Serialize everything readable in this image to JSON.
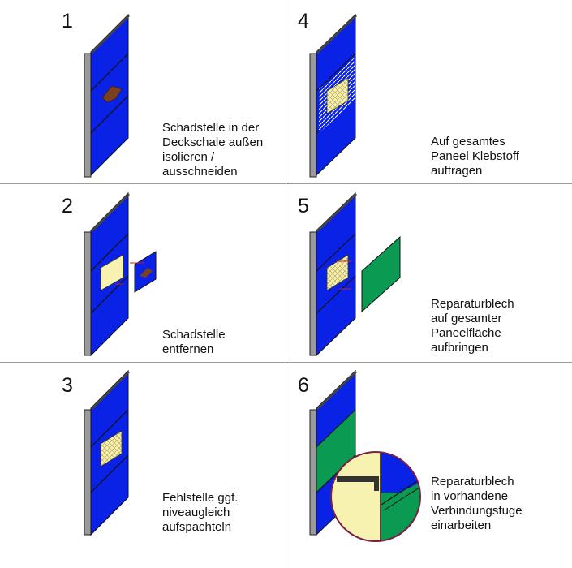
{
  "steps": [
    {
      "number": "1",
      "lines": [
        "Schadstelle in der",
        "Deckschale außen",
        "isolieren /",
        "ausschneiden"
      ]
    },
    {
      "number": "2",
      "lines": [
        "Schadstelle",
        "entfernen"
      ]
    },
    {
      "number": "3",
      "lines": [
        "Fehlstelle ggf.",
        "niveaugleich",
        "aufspachteln"
      ]
    },
    {
      "number": "4",
      "lines": [
        "Auf gesamtes",
        "Paneel Klebstoff",
        "auftragen"
      ]
    },
    {
      "number": "5",
      "lines": [
        "Reparaturblech",
        "auf gesamter",
        "Paneelfläche",
        "aufbringen"
      ]
    },
    {
      "number": "6",
      "lines": [
        "Reparaturblech",
        "in vorhandene",
        "Verbindungsfuge",
        "einarbeiten"
      ]
    }
  ],
  "colors": {
    "panel_blue": "#0a22e6",
    "repair_green": "#0a9a52",
    "filler_yellow": "#f7f2b0",
    "damage_brown": "#7a4020",
    "frame_gray": "#9a9a9a",
    "arrow_red": "#d02020"
  }
}
